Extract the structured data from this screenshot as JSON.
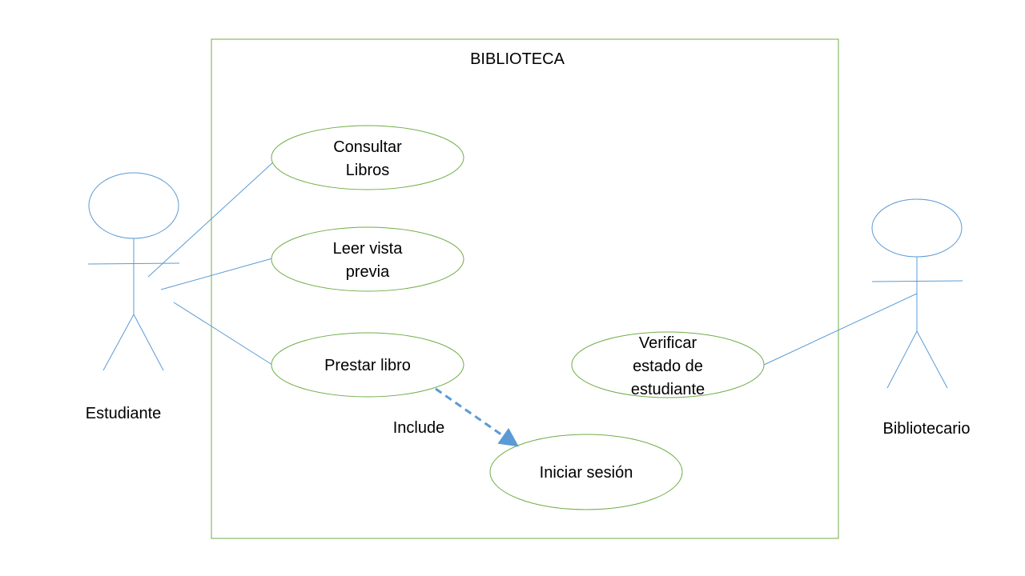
{
  "system": {
    "title": "BIBLIOTECA"
  },
  "actors": {
    "student": {
      "label": "Estudiante"
    },
    "librarian": {
      "label": "Bibliotecario"
    }
  },
  "use_cases": {
    "consultar": {
      "line1": "Consultar",
      "line2": "Libros"
    },
    "leer": {
      "line1": "Leer vista",
      "line2": "previa"
    },
    "prestar": {
      "line1": "Prestar libro"
    },
    "verificar": {
      "line1": "Verificar",
      "line2": "estado de",
      "line3": "estudiante"
    },
    "iniciar": {
      "line1": "Iniciar sesión"
    }
  },
  "relations": {
    "include_label": "Include"
  },
  "colors": {
    "boundary": "#70AD47",
    "use_case_outline": "#70AD47",
    "actor": "#5B9BD5",
    "association": "#5B9BD5",
    "include_arrow": "#5B9BD5"
  }
}
